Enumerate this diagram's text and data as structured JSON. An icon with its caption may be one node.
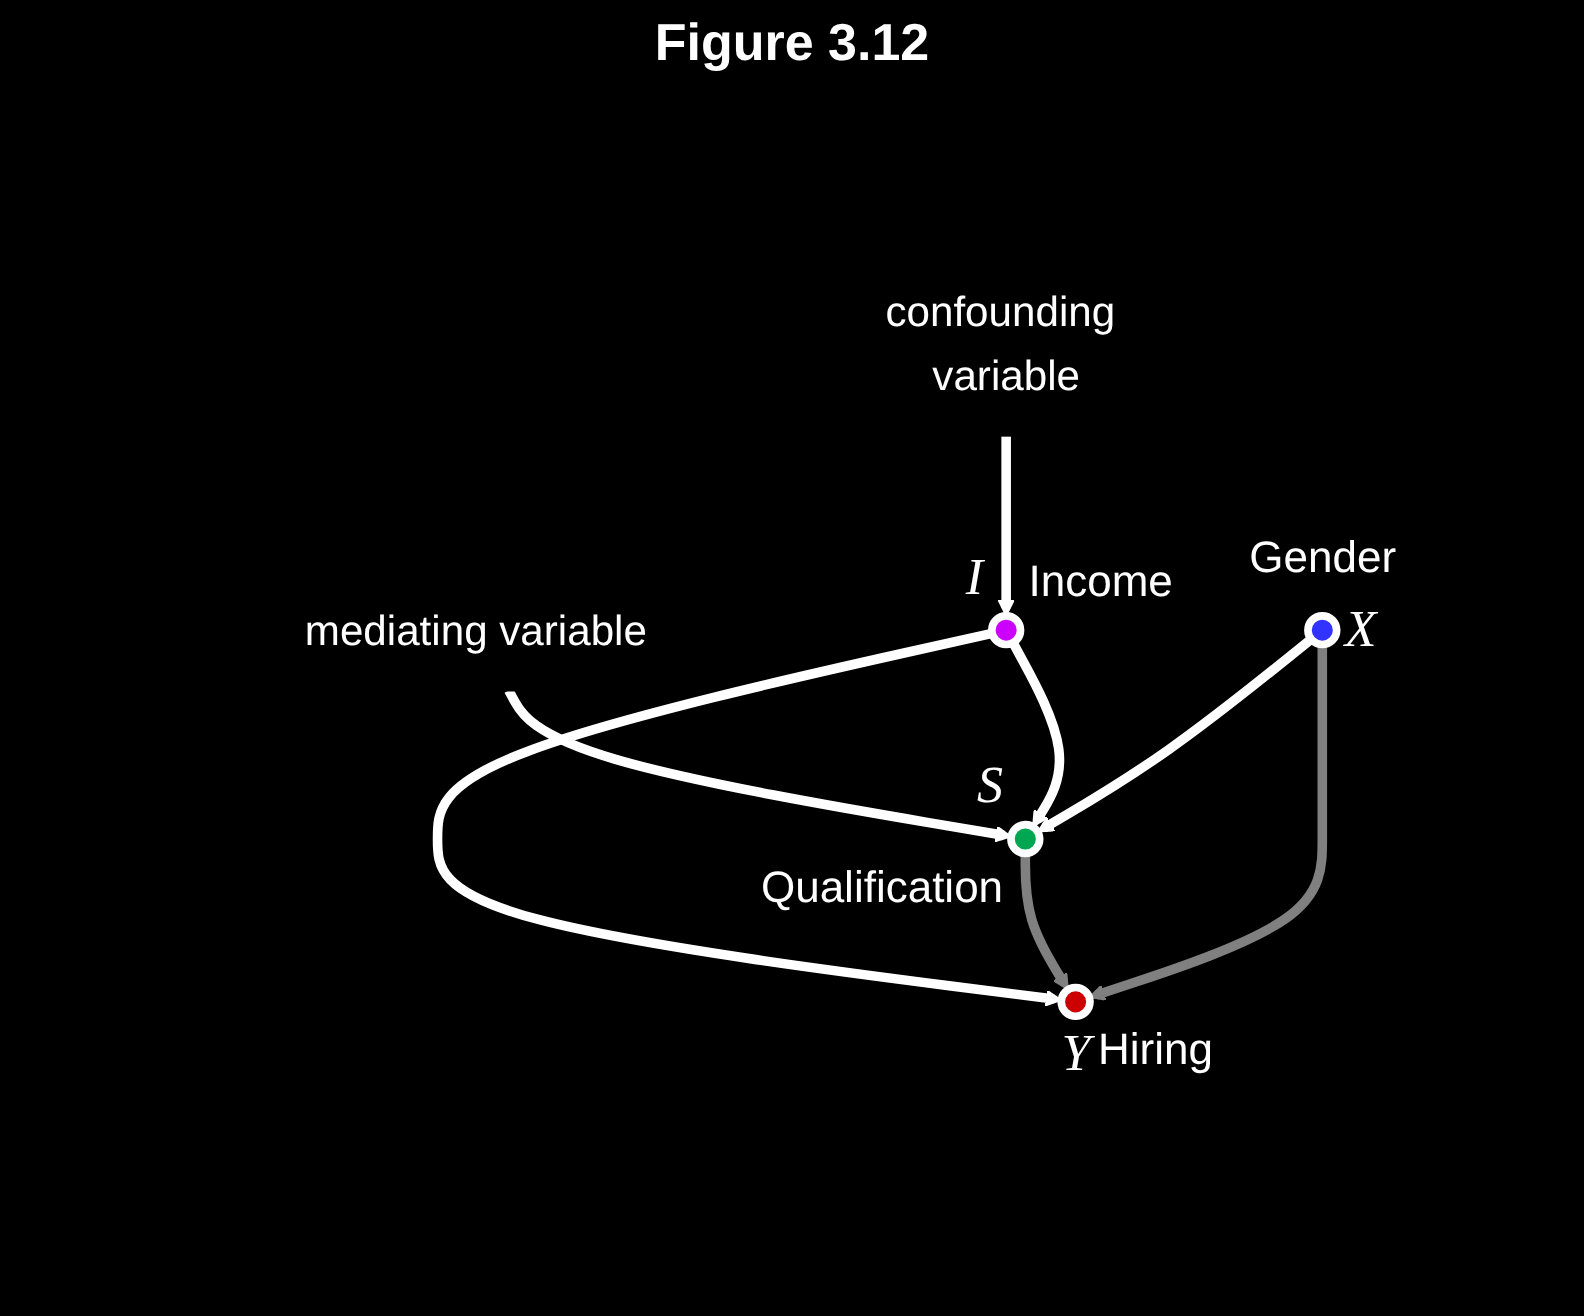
{
  "diagram": {
    "nodes": [
      {
        "text": [
          "mediating variable"
        ]
      },
      {
        "text": [
          "confounding variable"
        ]
      },
      {
        "text": [],
        "shape": "circle",
        "beside": [
          "Income",
          "I"
        ]
      },
      {
        "text": [],
        "shape": "circle",
        "beside": [
          "S",
          "Qualification"
        ]
      },
      {
        "text": [],
        "shape": "circle",
        "beside": [
          "X",
          "Gender"
        ]
      },
      {
        "text": [],
        "shape": "circle",
        "beside": [
          "Y",
          "Hiring"
        ]
      }
    ],
    "edges": [
      {
        "from": 0,
        "to": 3,
        "arrow": "to"
      },
      {
        "from": 1,
        "to": 2,
        "arrow": "to"
      },
      {
        "from": 2,
        "to": 3,
        "arrow": "to"
      },
      {
        "from": 2,
        "to": 5,
        "arrow": "to"
      },
      {
        "from": 4,
        "to": 3,
        "arrow": "to"
      },
      {
        "from": 3,
        "to": 5,
        "arrow": "to",
        "color": "#808080"
      },
      {
        "from": 4,
        "to": 5,
        "arrow": "to",
        "color": "#808080"
      }
    ],
    "labels": [
      "Figure 3.12"
    ]
  }
}
